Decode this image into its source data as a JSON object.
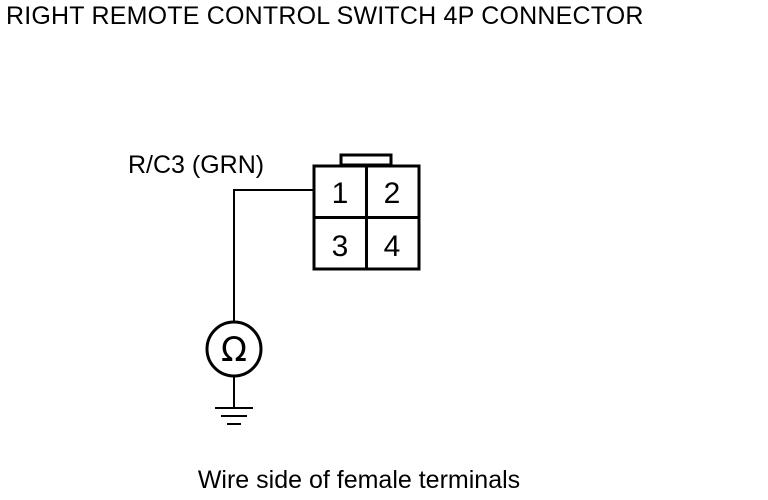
{
  "title": "RIGHT REMOTE CONTROL SWITCH 4P CONNECTOR",
  "connector": {
    "wire_label": "R/C3 (GRN)",
    "pins": [
      "1",
      "2",
      "3",
      "4"
    ]
  },
  "meter": {
    "symbol": "Ω"
  },
  "caption": "Wire side of female terminals"
}
